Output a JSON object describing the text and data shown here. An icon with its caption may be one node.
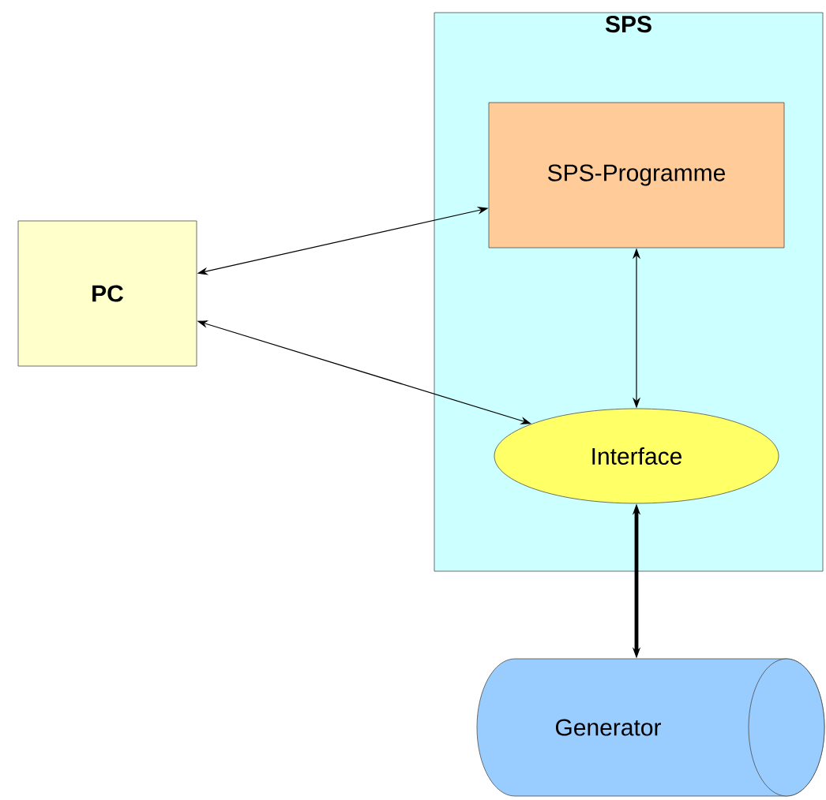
{
  "diagram": {
    "nodes": [
      {
        "text": [
          "SPS"
        ]
      },
      {
        "text": [
          "SPS-Programme"
        ],
        "in": 0
      },
      {
        "text": [
          "PC"
        ]
      },
      {
        "text": [
          "Interface"
        ],
        "in": 0
      },
      {
        "text": [
          "Generator"
        ]
      }
    ],
    "edges": [
      {
        "from": 2,
        "to": 1,
        "arrow": "both"
      },
      {
        "from": 2,
        "to": 3,
        "arrow": "both"
      },
      {
        "from": 1,
        "to": 3,
        "arrow": "both"
      },
      {
        "from": 3,
        "to": 4,
        "arrow": "both",
        "style": "thick"
      }
    ]
  }
}
